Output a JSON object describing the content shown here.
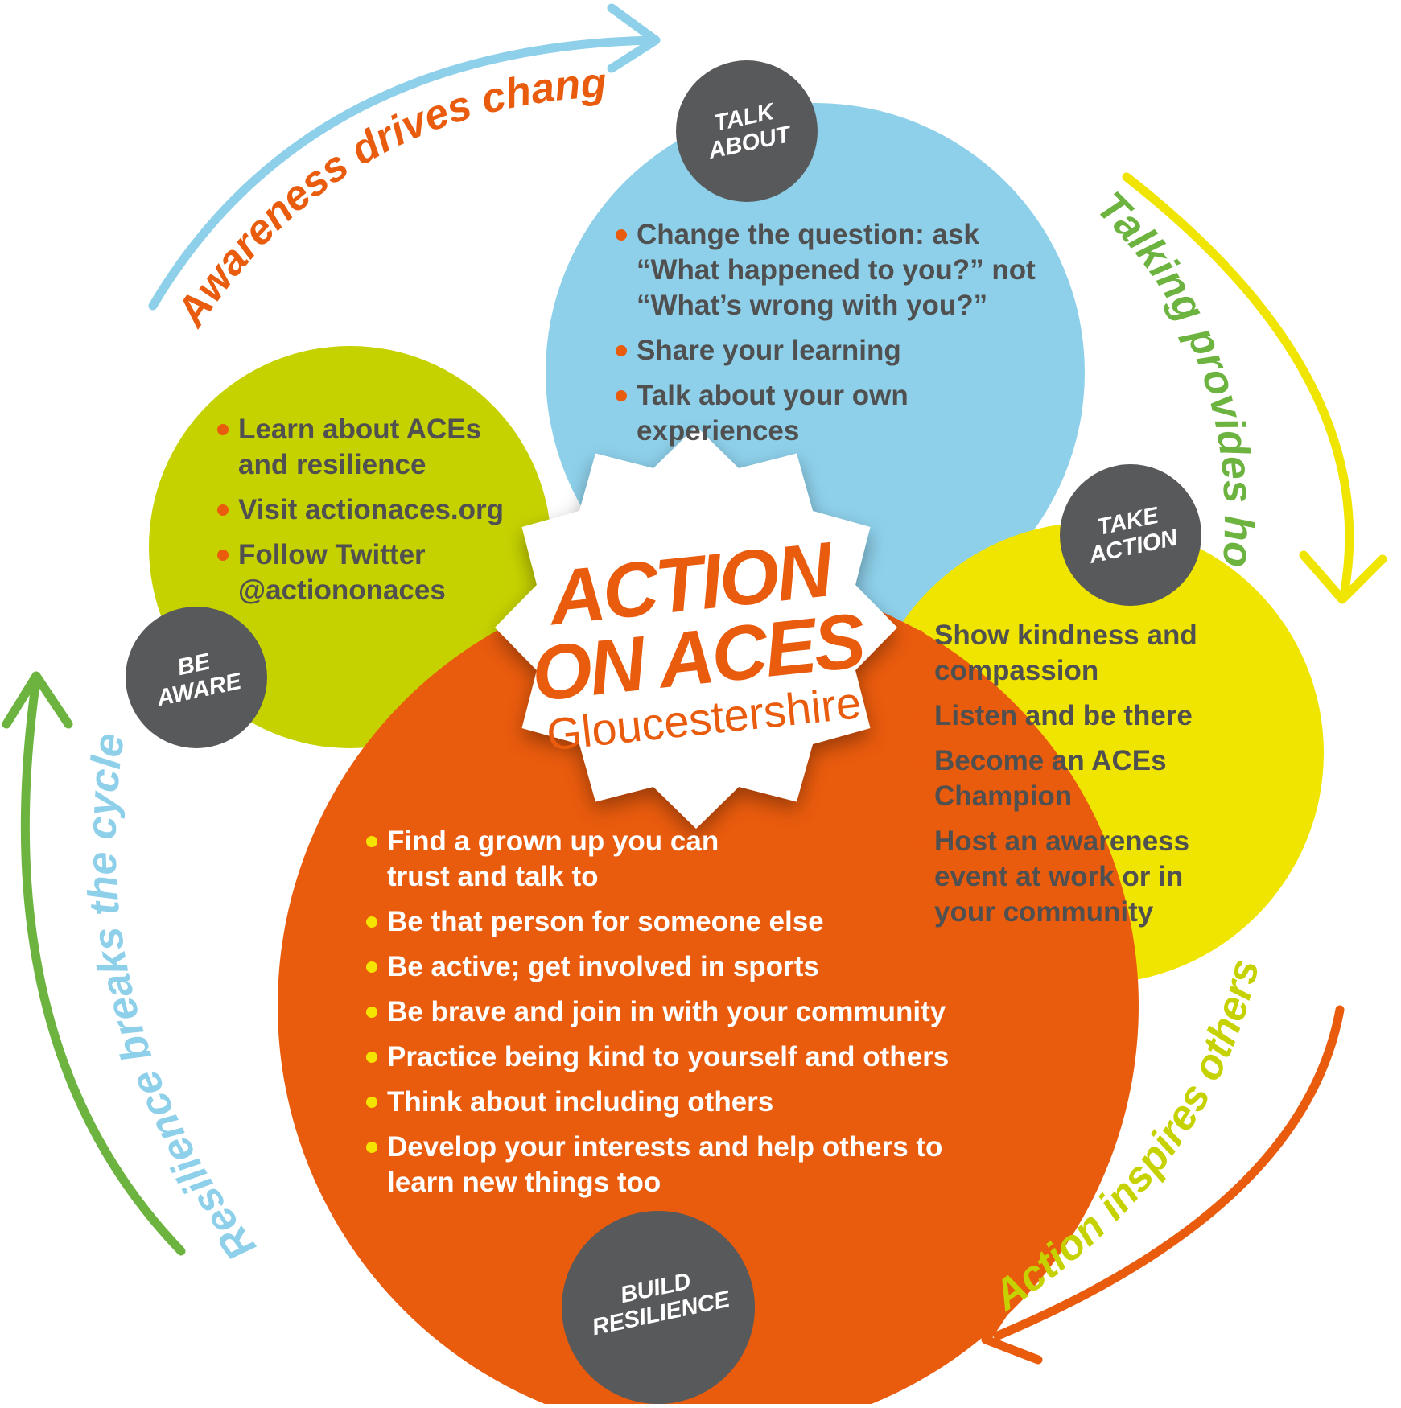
{
  "logo": {
    "line1": "ACTION",
    "line2": "ON ACES",
    "line3": "Gloucestershire"
  },
  "stages": {
    "talk_about": {
      "badge": [
        "TALK",
        "ABOUT"
      ],
      "items": [
        "Change the question: ask “What happened to you?” not “What’s wrong with you?”",
        "Share your learning",
        "Talk about your own experiences"
      ]
    },
    "be_aware": {
      "badge": [
        "BE",
        "AWARE"
      ],
      "items": [
        "Learn about ACEs and resilience",
        "Visit actionaces.org",
        "Follow Twitter @actiononaces"
      ]
    },
    "take_action": {
      "badge": [
        "TAKE",
        "ACTION"
      ],
      "items": [
        "Show kindness and compassion",
        "Listen and be there",
        "Become an ACEs Champion",
        "Host an awareness event at work or in your community"
      ]
    },
    "build_resilience": {
      "badge": [
        "BUILD",
        "RESILIENCE"
      ],
      "items": [
        "Find a grown up you can trust and talk to",
        "Be that person for someone else",
        "Be active; get involved in sports",
        "Be brave and join in with your community",
        "Practice being kind to yourself and others",
        "Think about including others",
        "Develop your interests and help others to learn new things too"
      ]
    }
  },
  "cycle": {
    "awareness": "Awareness drives change",
    "talking": "Talking provides hope",
    "action": "Action inspires others",
    "resilience": "Resilience breaks the cycle"
  },
  "colors": {
    "blue": "#8ed0ea",
    "lime": "#c6d200",
    "yellow": "#f0e500",
    "orange": "#e95b0d",
    "badge": "#58595b",
    "green": "#6cb33f"
  }
}
